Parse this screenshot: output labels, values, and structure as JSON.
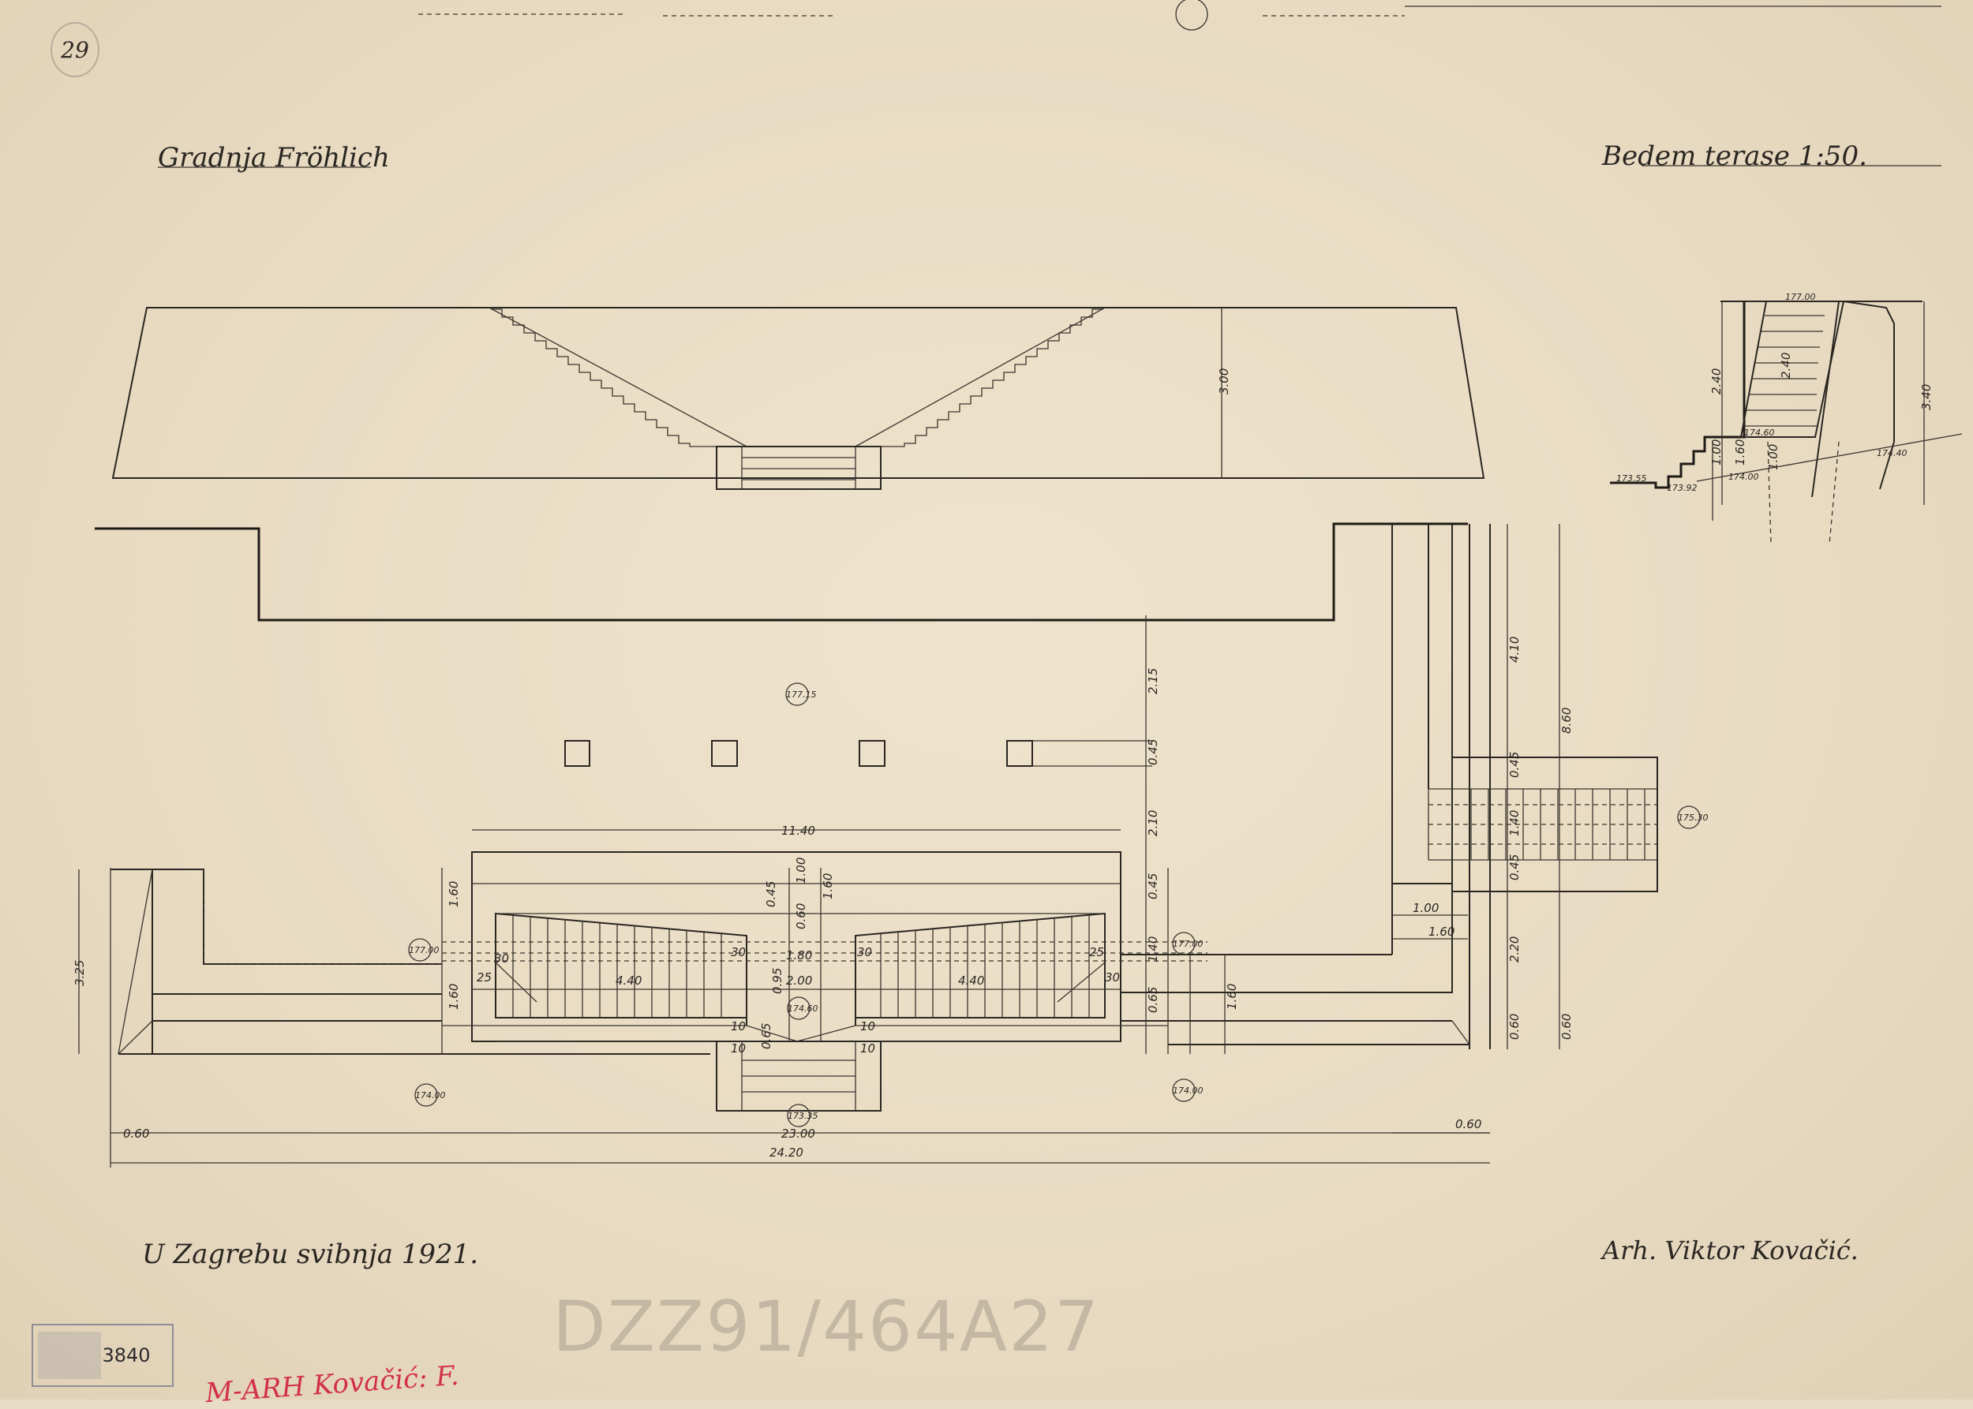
{
  "sheet_number": "29",
  "title_left": "Gradnja Fröhlich",
  "title_right": "Bedem terase 1:50.",
  "place_date": "U Zagrebu svibnja 1921.",
  "architect": "Arh. Viktor Kovačić.",
  "archive_code": "DZZ91/464A27",
  "stamp_number": "3840",
  "red_note": "M-ARH Kovačić: F.",
  "elevation": {
    "height_dim": "3.00"
  },
  "section": {
    "level_top": "177.00",
    "level_mid": "174.60",
    "level_low": "174.00",
    "level_ground": "174.40",
    "level_left": "173.55",
    "level_step": "173.92",
    "dim_upper": "2.40",
    "dim_wall": "2.40",
    "dim_height": "3.40",
    "dim_step": "1.00",
    "dim_lower": "1.60",
    "dim_bottom": "1.00"
  },
  "plan": {
    "levels": {
      "upper_terrace": "177.15",
      "left_terrace": "177.00",
      "right_terrace": "177.00",
      "center_landing": "174.60",
      "lower_left": "174.00",
      "lower_right": "174.00",
      "bottom_step": "173.35",
      "right_stair": "175.30"
    },
    "dims": {
      "overall": "24.20",
      "inner": "23.00",
      "left_edge": "0.60",
      "right_edge": "0.60",
      "stair_span": "11.40",
      "left_flight": "4.40",
      "right_flight": "4.40",
      "center_width": "2.00",
      "landing_width": "1.80",
      "left_depth": "3.25",
      "v_215": "2.15",
      "v_045a": "0.45",
      "v_210": "2.10",
      "v_045b": "0.45",
      "v_160": "1.60",
      "v_140": "1.40",
      "v_065": "0.65",
      "r_410": "4.10",
      "r_860": "8.60",
      "r_045a": "0.45",
      "r_140": "1.40",
      "r_045b": "0.45",
      "r_220": "2.20",
      "r_060": "0.60",
      "r_060b": "0.60",
      "r_100": "1.00",
      "r_160": "1.60",
      "c_045": "0.45",
      "c_100": "1.00",
      "c_160": "1.60",
      "c_060": "0.60",
      "c_095": "0.95",
      "c_065": "0.65",
      "s_30a": "30",
      "s_30b": "30",
      "s_30c": "30",
      "s_30d": "30",
      "s_25a": "25",
      "s_25b": "25",
      "s_10a": "10",
      "s_10b": "10",
      "s_10c": "10",
      "s_10d": "10",
      "l_160a": "1.60",
      "l_160b": "1.60"
    }
  }
}
